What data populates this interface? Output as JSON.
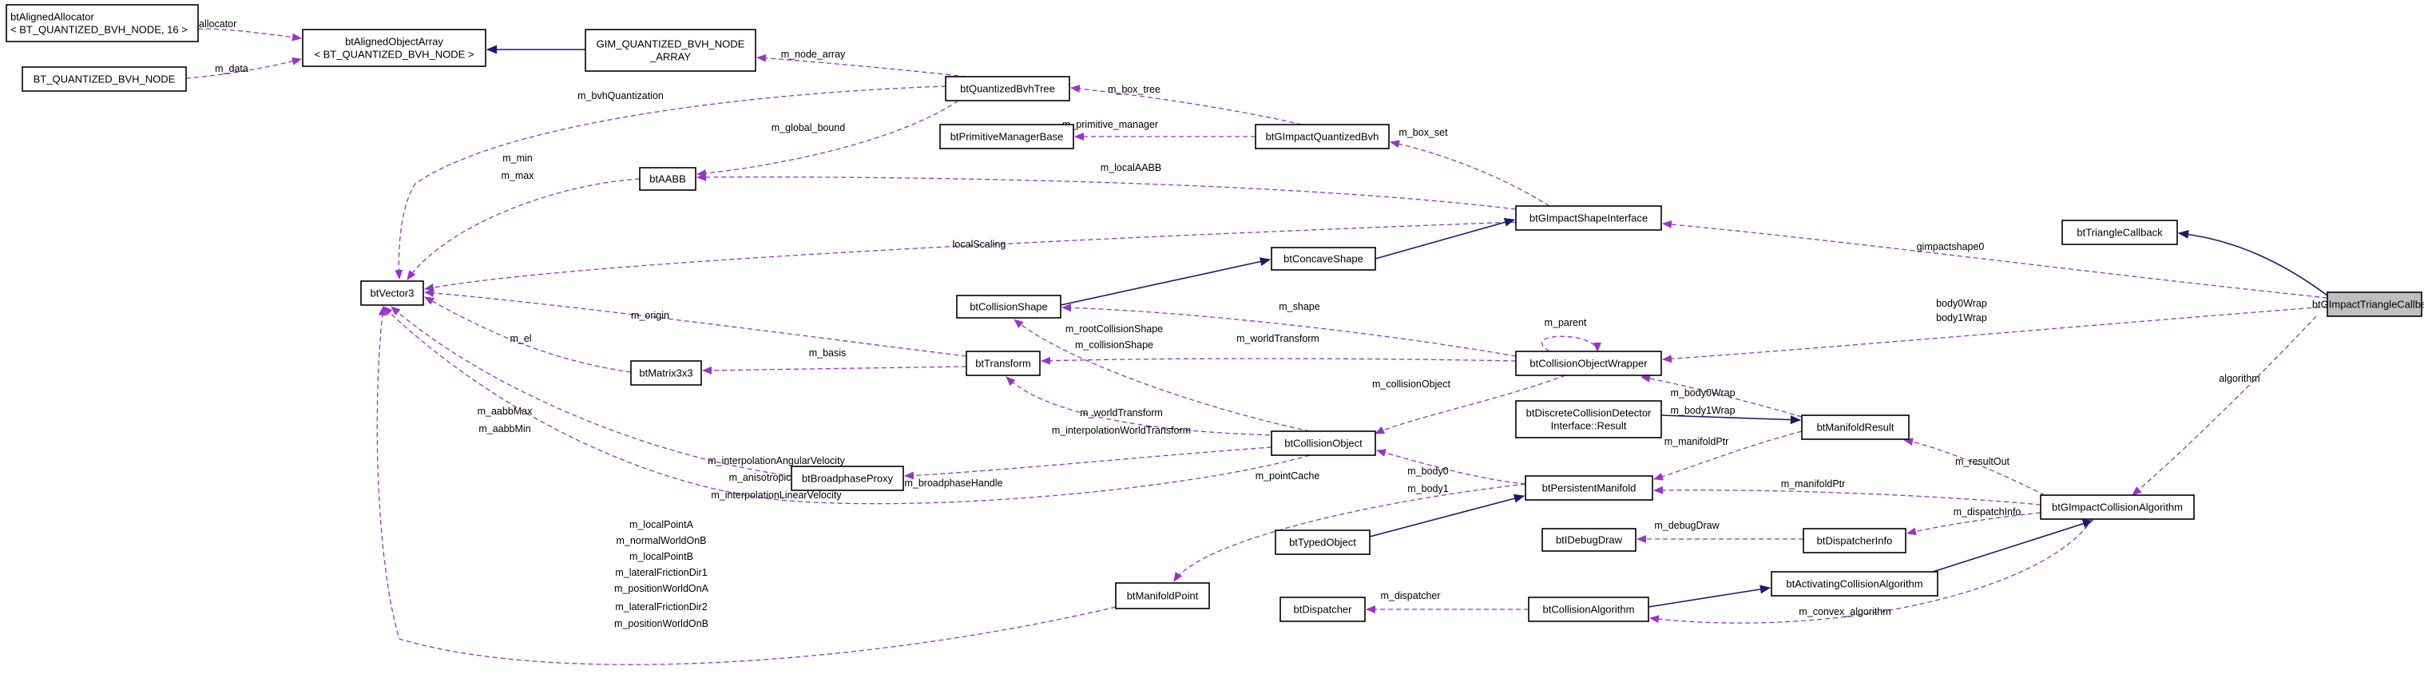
{
  "colors": {
    "inheritance": "#191970",
    "usage": "#9a32cd",
    "highlight": "#bfbfbf"
  },
  "nodes": {
    "btAlignedAllocator": [
      "btAlignedAllocator",
      "< BT_QUANTIZED_BVH_NODE, 16 >"
    ],
    "BT_QUANTIZED_BVH_NODE": [
      "BT_QUANTIZED_BVH_NODE"
    ],
    "btAlignedObjectArray": [
      "btAlignedObjectArray",
      "< BT_QUANTIZED_BVH_NODE >"
    ],
    "GIM_QUANTIZED_BVH_NODE_ARRAY": [
      "GIM_QUANTIZED_BVH_NODE",
      "_ARRAY"
    ],
    "btQuantizedBvhTree": [
      "btQuantizedBvhTree"
    ],
    "btPrimitiveManagerBase": [
      "btPrimitiveManagerBase"
    ],
    "btGImpactQuantizedBvh": [
      "btGImpactQuantizedBvh"
    ],
    "btAABB": [
      "btAABB"
    ],
    "btGImpactShapeInterface": [
      "btGImpactShapeInterface"
    ],
    "btConcaveShape": [
      "btConcaveShape"
    ],
    "btCollisionShape": [
      "btCollisionShape"
    ],
    "btVector3": [
      "btVector3"
    ],
    "btTransform": [
      "btTransform"
    ],
    "btMatrix3x3": [
      "btMatrix3x3"
    ],
    "btCollisionObjectWrapper": [
      "btCollisionObjectWrapper"
    ],
    "btBroadphaseProxy": [
      "btBroadphaseProxy"
    ],
    "btCollisionObject": [
      "btCollisionObject"
    ],
    "btDiscreteCollisionDetectorInterfaceResult": [
      "btDiscreteCollisionDetector",
      "Interface::Result"
    ],
    "btManifoldResult": [
      "btManifoldResult"
    ],
    "btPersistentManifold": [
      "btPersistentManifold"
    ],
    "btTypedObject": [
      "btTypedObject"
    ],
    "btIDebugDraw": [
      "btIDebugDraw"
    ],
    "btDispatcherInfo": [
      "btDispatcherInfo"
    ],
    "btActivatingCollisionAlgorithm": [
      "btActivatingCollisionAlgorithm"
    ],
    "btManifoldPoint": [
      "btManifoldPoint"
    ],
    "btDispatcher": [
      "btDispatcher"
    ],
    "btCollisionAlgorithm": [
      "btCollisionAlgorithm"
    ],
    "btTriangleCallback": [
      "btTriangleCallback"
    ],
    "btGImpactTriangleCallback": [
      "btGImpactTriangleCallback"
    ],
    "btGImpactCollisionAlgorithm": [
      "btGImpactCollisionAlgorithm"
    ]
  },
  "edges": [
    {
      "from": "btAlignedAllocator",
      "to": "btAlignedObjectArray",
      "kind": "usage",
      "labels": [
        "m_allocator"
      ]
    },
    {
      "from": "BT_QUANTIZED_BVH_NODE",
      "to": "btAlignedObjectArray",
      "kind": "usage",
      "labels": [
        "m_data"
      ]
    },
    {
      "from": "btAlignedObjectArray",
      "to": "GIM_QUANTIZED_BVH_NODE_ARRAY",
      "kind": "inheritance",
      "labels": []
    },
    {
      "from": "GIM_QUANTIZED_BVH_NODE_ARRAY",
      "to": "btQuantizedBvhTree",
      "kind": "usage",
      "labels": [
        "m_node_array"
      ]
    },
    {
      "from": "btVector3",
      "to": "btQuantizedBvhTree",
      "kind": "usage",
      "labels": [
        "m_bvhQuantization"
      ]
    },
    {
      "from": "btAABB",
      "to": "btQuantizedBvhTree",
      "kind": "usage",
      "labels": [
        "m_global_bound"
      ]
    },
    {
      "from": "btQuantizedBvhTree",
      "to": "btGImpactQuantizedBvh",
      "kind": "usage",
      "labels": [
        "m_box_tree"
      ]
    },
    {
      "from": "btPrimitiveManagerBase",
      "to": "btGImpactQuantizedBvh",
      "kind": "usage",
      "labels": [
        "m_primitive_manager"
      ]
    },
    {
      "from": "btGImpactQuantizedBvh",
      "to": "btGImpactShapeInterface",
      "kind": "usage",
      "labels": [
        "m_box_set"
      ]
    },
    {
      "from": "btVector3",
      "to": "btAABB",
      "kind": "usage",
      "labels": [
        "m_min",
        "m_max"
      ]
    },
    {
      "from": "btAABB",
      "to": "btGImpactShapeInterface",
      "kind": "usage",
      "labels": [
        "m_localAABB"
      ]
    },
    {
      "from": "btVector3",
      "to": "btGImpactShapeInterface",
      "kind": "usage",
      "labels": [
        "localScaling"
      ]
    },
    {
      "from": "btConcaveShape",
      "to": "btGImpactShapeInterface",
      "kind": "inheritance",
      "labels": []
    },
    {
      "from": "btCollisionShape",
      "to": "btConcaveShape",
      "kind": "inheritance",
      "labels": []
    },
    {
      "from": "btGImpactShapeInterface",
      "to": "btGImpactTriangleCallback",
      "kind": "usage",
      "labels": [
        "gimpactshape0"
      ]
    },
    {
      "from": "btTriangleCallback",
      "to": "btGImpactTriangleCallback",
      "kind": "inheritance",
      "labels": []
    },
    {
      "from": "btCollisionShape",
      "to": "btCollisionObjectWrapper",
      "kind": "usage",
      "labels": [
        "m_shape"
      ]
    },
    {
      "from": "btCollisionObjectWrapper",
      "to": "btCollisionObjectWrapper",
      "kind": "usage",
      "labels": [
        "m_parent"
      ]
    },
    {
      "from": "btTransform",
      "to": "btCollisionObjectWrapper",
      "kind": "usage",
      "labels": [
        "m_worldTransform"
      ]
    },
    {
      "from": "btCollisionObject",
      "to": "btCollisionObjectWrapper",
      "kind": "usage",
      "labels": [
        "m_collisionObject"
      ]
    },
    {
      "from": "btCollisionObjectWrapper",
      "to": "btGImpactTriangleCallback",
      "kind": "usage",
      "labels": [
        "body0Wrap",
        "body1Wrap"
      ]
    },
    {
      "from": "btVector3",
      "to": "btTransform",
      "kind": "usage",
      "labels": [
        "m_origin"
      ]
    },
    {
      "from": "btMatrix3x3",
      "to": "btTransform",
      "kind": "usage",
      "labels": [
        "m_basis"
      ]
    },
    {
      "from": "btVector3",
      "to": "btMatrix3x3",
      "kind": "usage",
      "labels": [
        "m_el"
      ]
    },
    {
      "from": "btCollisionShape",
      "to": "btCollisionObject",
      "kind": "usage",
      "labels": [
        "m_rootCollisionShape",
        "m_collisionShape"
      ]
    },
    {
      "from": "btTransform",
      "to": "btCollisionObject",
      "kind": "usage",
      "labels": [
        "m_worldTransform",
        "m_interpolationWorldTransform"
      ]
    },
    {
      "from": "btVector3",
      "to": "btBroadphaseProxy",
      "kind": "usage",
      "labels": [
        "m_aabbMax",
        "m_aabbMin"
      ]
    },
    {
      "from": "btBroadphaseProxy",
      "to": "btCollisionObject",
      "kind": "usage",
      "labels": [
        "m_broadphaseHandle"
      ]
    },
    {
      "from": "btVector3",
      "to": "btCollisionObject",
      "kind": "usage",
      "labels": [
        "m_interpolationAngularVelocity",
        "m_anisotropicFriction",
        "m_interpolationLinearVelocity"
      ]
    },
    {
      "from": "btCollisionObject",
      "to": "btPersistentManifold",
      "kind": "usage",
      "labels": [
        "m_body0",
        "m_body1"
      ]
    },
    {
      "from": "btManifoldPoint",
      "to": "btPersistentManifold",
      "kind": "usage",
      "labels": [
        "m_pointCache"
      ]
    },
    {
      "from": "btTypedObject",
      "to": "btPersistentManifold",
      "kind": "inheritance",
      "labels": []
    },
    {
      "from": "btVector3",
      "to": "btManifoldPoint",
      "kind": "usage",
      "labels": [
        "m_localPointA",
        "m_normalWorldOnB",
        "m_localPointB",
        "m_lateralFrictionDir1",
        "m_positionWorldOnA",
        "m_lateralFrictionDir2",
        "m_positionWorldOnB"
      ]
    },
    {
      "from": "btDiscreteCollisionDetectorInterfaceResult",
      "to": "btManifoldResult",
      "kind": "inheritance",
      "labels": []
    },
    {
      "from": "btCollisionObjectWrapper",
      "to": "btManifoldResult",
      "kind": "usage",
      "labels": [
        "m_body0Wrap",
        "m_body1Wrap"
      ]
    },
    {
      "from": "btPersistentManifold",
      "to": "btManifoldResult",
      "kind": "usage",
      "labels": [
        "m_manifoldPtr"
      ]
    },
    {
      "from": "btManifoldResult",
      "to": "btGImpactCollisionAlgorithm",
      "kind": "usage",
      "labels": [
        "m_resultOut"
      ]
    },
    {
      "from": "btPersistentManifold",
      "to": "btGImpactCollisionAlgorithm",
      "kind": "usage",
      "labels": [
        "m_manifoldPtr"
      ]
    },
    {
      "from": "btDispatcherInfo",
      "to": "btGImpactCollisionAlgorithm",
      "kind": "usage",
      "labels": [
        "m_dispatchInfo"
      ]
    },
    {
      "from": "btIDebugDraw",
      "to": "btDispatcherInfo",
      "kind": "usage",
      "labels": [
        "m_debugDraw"
      ]
    },
    {
      "from": "btActivatingCollisionAlgorithm",
      "to": "btGImpactCollisionAlgorithm",
      "kind": "inheritance",
      "labels": []
    },
    {
      "from": "btCollisionAlgorithm",
      "to": "btActivatingCollisionAlgorithm",
      "kind": "inheritance",
      "labels": []
    },
    {
      "from": "btDispatcher",
      "to": "btCollisionAlgorithm",
      "kind": "usage",
      "labels": [
        "m_dispatcher"
      ]
    },
    {
      "from": "btCollisionAlgorithm",
      "to": "btGImpactCollisionAlgorithm",
      "kind": "usage",
      "labels": [
        "m_convex_algorithm"
      ]
    },
    {
      "from": "btGImpactCollisionAlgorithm",
      "to": "btGImpactTriangleCallback",
      "kind": "usage",
      "labels": [
        "algorithm"
      ]
    }
  ]
}
